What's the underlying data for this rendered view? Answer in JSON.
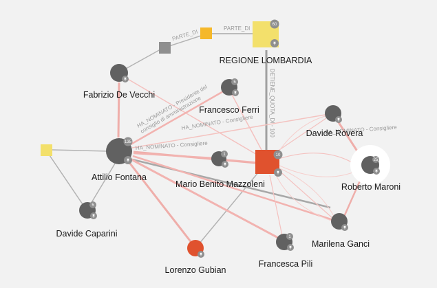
{
  "graph": {
    "nodes": {
      "regione_lombardia": {
        "label": "REGIONE LOMBARDIA",
        "count": "60",
        "color": "#f3e06b",
        "shape": "square"
      },
      "fabrizio_de_vecchi": {
        "label": "Fabrizio De Vecchi",
        "color": "#616161",
        "shape": "circle"
      },
      "francesco_ferri": {
        "label": "Francesco Ferri",
        "count": "5",
        "color": "#616161",
        "shape": "circle"
      },
      "attilio_fontana": {
        "label": "Attilio Fontana",
        "count": "135",
        "color": "#616161",
        "shape": "circle"
      },
      "mario_benito_mazzoleni": {
        "label": "Mario Benito Mazzoleni",
        "count": "1",
        "color": "#616161",
        "shape": "circle"
      },
      "company_red": {
        "count": "10",
        "color": "#e0522e",
        "shape": "square"
      },
      "davide_rovera": {
        "label": "Davide Rovera",
        "color": "#616161",
        "shape": "circle"
      },
      "roberto_maroni": {
        "label": "Roberto Maroni",
        "count": "25",
        "color": "#616161",
        "shape": "circle"
      },
      "davide_caparini": {
        "label": "Davide Caparini",
        "count": "5",
        "color": "#616161",
        "shape": "circle"
      },
      "lorenzo_gubian": {
        "label": "Lorenzo Gubian",
        "color": "#e0522e",
        "shape": "circle"
      },
      "francesca_pili": {
        "label": "Francesca Pili",
        "count": "1",
        "color": "#616161",
        "shape": "circle"
      },
      "marilena_ganci": {
        "label": "Marilena Ganci",
        "color": "#616161",
        "shape": "circle"
      },
      "gray_square": {
        "color": "#8f8f8f",
        "shape": "square"
      },
      "orange_square": {
        "color": "#f5b82a",
        "shape": "square"
      },
      "yellow_square_left": {
        "color": "#f3e06b",
        "shape": "square"
      }
    },
    "edge_labels": {
      "parte_di_1": "PARTE_DI",
      "parte_di_2": "PARTE_DI",
      "detiene_quota": "DETIENE_QUOTA_DI - 100",
      "presidente_line1": "HA_NOMINATO - Presidente del",
      "presidente_line2": "consiglio di amministrazione",
      "consigliere_1": "HA_NOMINATO - Consigliere",
      "consigliere_2": "HA_NOMINATO - Consigliere",
      "consigliere_3": "HA_NOMINATO - Consigliere"
    },
    "colors": {
      "edge_red": "#f2b3b0",
      "edge_gray": "#a8a8a8",
      "badge": "#8f8f8f",
      "background": "#f2f2f2"
    }
  }
}
